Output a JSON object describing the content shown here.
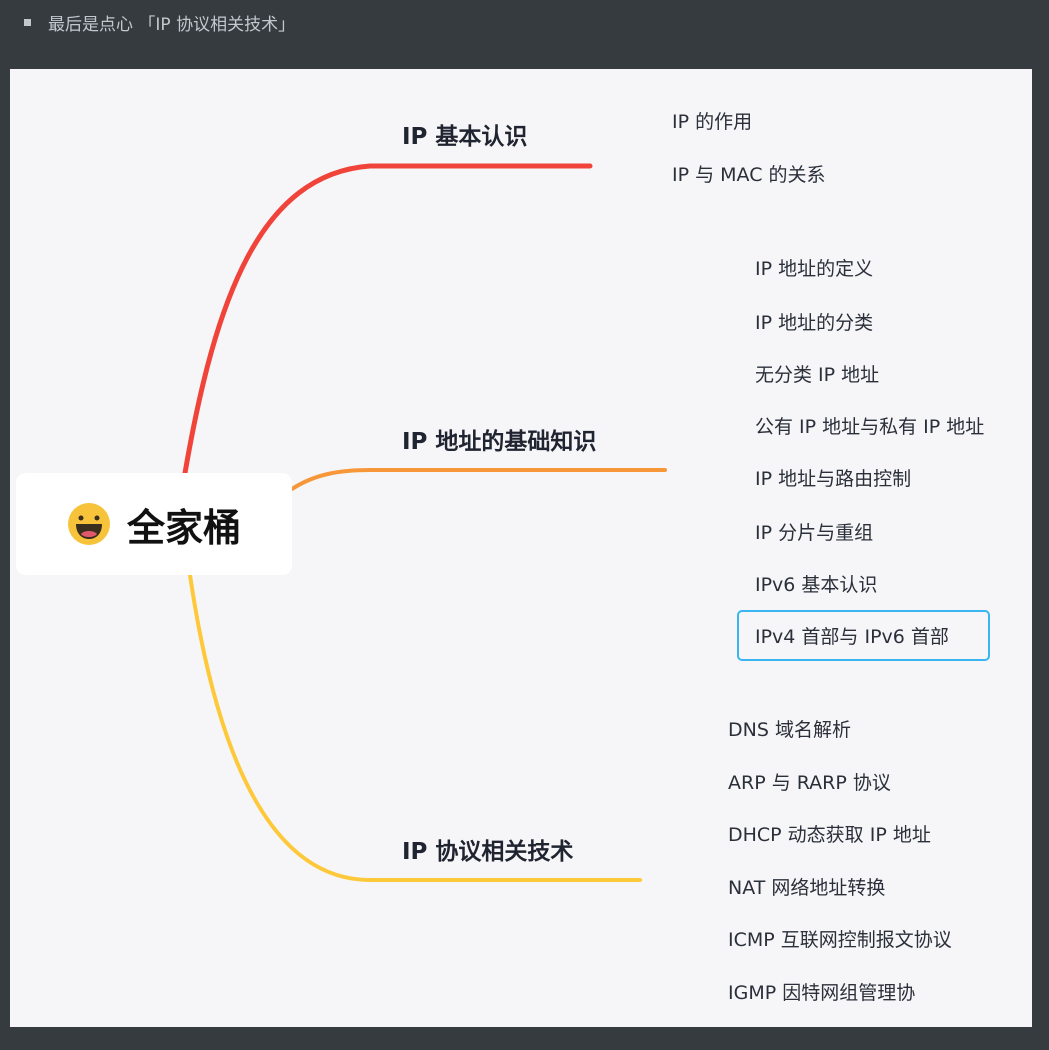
{
  "note": {
    "text": "最后是点心 「IP 协议相关技术」"
  },
  "colors": {
    "red": "#f0443a",
    "orange": "#f7973a",
    "yellow": "#fdc83a",
    "highlight": "#3bb5f0"
  },
  "center": {
    "icon": "grinning-face-icon",
    "label": "全家桶"
  },
  "branches": [
    {
      "label": "IP 基本认识",
      "children": [
        "IP 的作用",
        "IP 与 MAC 的关系"
      ]
    },
    {
      "label": "IP 地址的基础知识",
      "children": [
        "IP 地址的定义",
        "IP 地址的分类",
        "无分类 IP 地址",
        "公有 IP 地址与私有 IP 地址",
        "IP 地址与路由控制",
        "IP 分片与重组",
        "IPv6 基本认识",
        "IPv4 首部与 IPv6 首部"
      ]
    },
    {
      "label": "IP 协议相关技术",
      "children": [
        "DNS 域名解析",
        "ARP 与 RARP 协议",
        "DHCP 动态获取 IP 地址",
        "NAT 网络地址转换",
        "ICMP 互联网控制报文协议",
        "IGMP 因特网组管理协"
      ]
    }
  ]
}
